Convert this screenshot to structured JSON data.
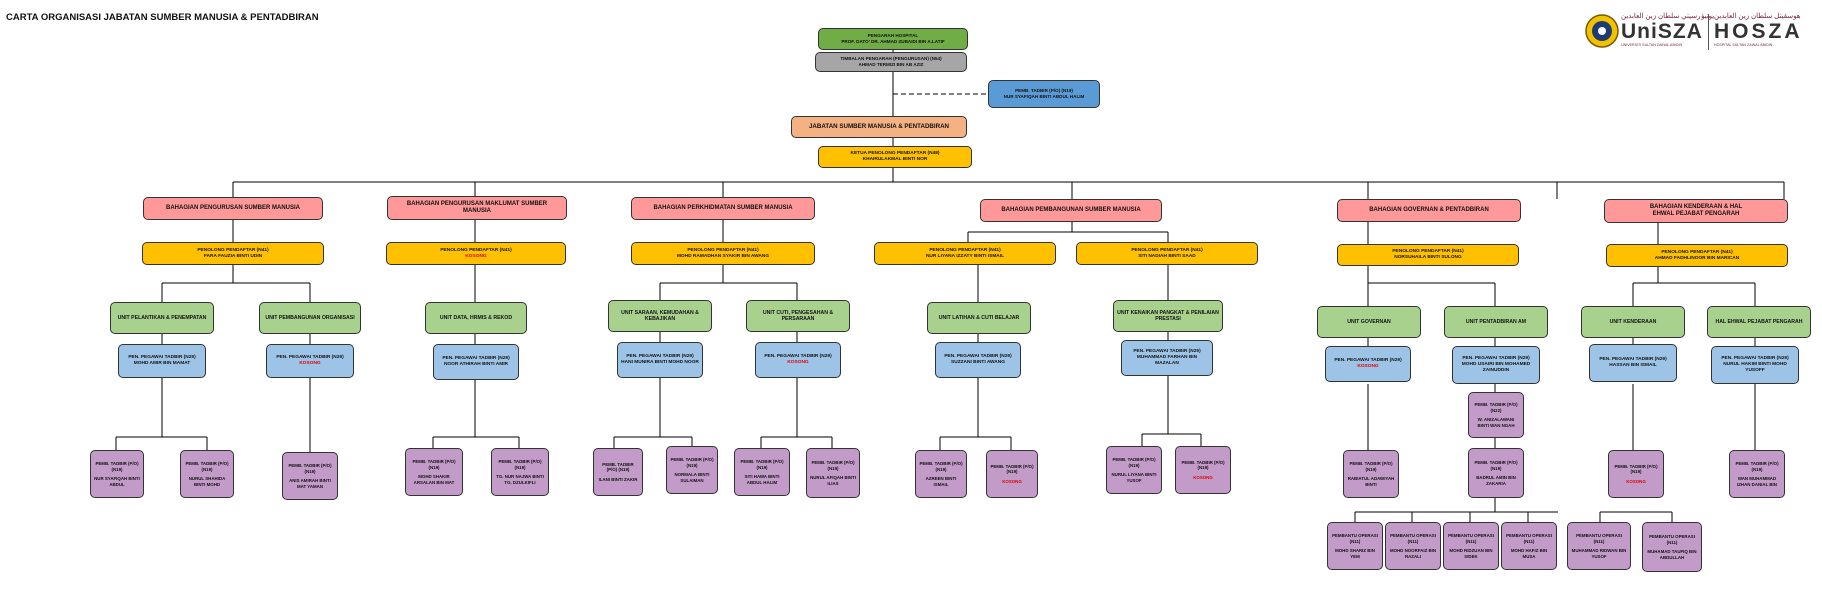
{
  "title": "CARTA ORGANISASI JABATAN SUMBER MANUSIA & PENTADBIRAN",
  "logos": {
    "unisza_arabic": "يونيۏرسيتي سلطان زين العابدين",
    "unisza": "UniSZA",
    "unisza_sub": "UNIVERSITI SULTAN ZAINAL ABIDIN",
    "hosza_arabic": "هوسڤيتل سلطان زين العابدين",
    "hosza": "HOSZA",
    "hosza_sub": "HOSPITAL SULTAN ZAINAL ABIDIN"
  },
  "top": {
    "director": {
      "role": "PENGARAH HOSPITAL",
      "name": "PROF. DATO' DR. AHMAD ZUBAIDI BIN A.LATIF"
    },
    "deputy": {
      "role": "TIMBALAN PENGARAH (PENGURUSAN) (N54)",
      "name": "AHMAD TERMIZI BIN AB AZIZ"
    },
    "side": {
      "role": "PEMB. TADBIR (P/O) (N19)",
      "name": "NUR SYAFIQAH BINTI ABDUL HALIM"
    },
    "department": "JABATAN SUMBER MANUSIA & PENTADBIRAN",
    "head": {
      "role": "KETUA PENOLONG PENDAFTAR (N48)",
      "name": "KHAIRULAKMAL BINTI NOR"
    }
  },
  "divisions": [
    {
      "name": "BAHAGIAN PENGURUSAN SUMBER MANUSIA",
      "officers": [
        {
          "role": "PENOLONG PENDAFTAR (N41)",
          "name": "FARA FAUZIA BINTI UDIN",
          "vacant": false
        }
      ]
    },
    {
      "name": "BAHAGIAN PENGURUSAN MAKLUMAT SUMBER MANUSIA",
      "officers": [
        {
          "role": "PENOLONG PENDAFTAR (N41)",
          "name": "KOSONG",
          "vacant": true
        }
      ]
    },
    {
      "name": "BAHAGIAN PERKHIDMATAN SUMBER MANUSIA",
      "officers": [
        {
          "role": "PENOLONG PENDAFTAR (N41)",
          "name": "MOHD RAMADHAN SYAKIR BIN AWANG",
          "vacant": false
        }
      ]
    },
    {
      "name": "BAHAGIAN PEMBANGUNAN SUMBER MANUSIA",
      "officers": [
        {
          "role": "PENOLONG PENDAFTAR (N41)",
          "name": "NUR LIYANA IZZATY BINTI ISMAIL",
          "vacant": false
        },
        {
          "role": "PENOLONG PENDAFTAR (N41)",
          "name": "SITI NADIAH BINTI SAAD",
          "vacant": false
        }
      ]
    },
    {
      "name": "BAHAGIAN GOVERNAN & PENTADBIRAN",
      "officers": [
        {
          "role": "PENOLONG PENDAFTAR (N41)",
          "name": "NORSUHAILA BINTI SULONG",
          "vacant": false
        }
      ]
    },
    {
      "name": "BAHAGIAN KENDERAAN & HAL EHWAL PEJABAT PENGARAH",
      "officers": [
        {
          "role": "PENOLONG PENDAFTAR (N41)",
          "name": "AHMAD FADHLINOOR BIN MARICAN",
          "vacant": false
        }
      ]
    }
  ],
  "units": [
    {
      "name": "UNIT PELANTIKAN & PENEMPATAN",
      "pt": {
        "role": "PEN. PEGAWAI TADBIR (N29)",
        "name": "MOHD AMIR BIN MAMAT",
        "vacant": false
      }
    },
    {
      "name": "UNIT PEMBANGUNAN ORGANISASI",
      "pt": {
        "role": "PEN. PEGAWAI TADBIR (N29)",
        "name": "KOSONG",
        "vacant": true
      }
    },
    {
      "name": "UNIT DATA, HRMIS & REKOD",
      "pt": {
        "role": "PEN. PEGAWAI TADBIR (N29)",
        "name": "NOOR ATHIRAH BINTI AMIR",
        "vacant": false
      }
    },
    {
      "name": "UNIT SARAAN, KEMUDAHAN & KEBAJIKAN",
      "pt": {
        "role": "PEN. PEGAWAI TADBIR (N29)",
        "name": "HANI MUNIRA BINTI MOHD NOOR",
        "vacant": false
      }
    },
    {
      "name": "UNIT CUTI, PENGESAHAN & PERSARAAN",
      "pt": {
        "role": "PEN. PEGAWAI TADBIR (N29)",
        "name": "KOSONG",
        "vacant": true
      }
    },
    {
      "name": "UNIT LATIHAN & CUTI BELAJAR",
      "pt": {
        "role": "PEN. PEGAWAI TADBIR (N29)",
        "name": "SUZZANI BINTI AWANG",
        "vacant": false
      }
    },
    {
      "name": "UNIT KENAIKAN PANGKAT & PENILAIAN PRESTASI",
      "pt": {
        "role": "PEN. PEGAWAI TADBIR (N29)",
        "name": "MUHAMMAD FARHAN BIN MAZALAN",
        "vacant": false
      }
    },
    {
      "name": "UNIT GOVERNAN",
      "pt": {
        "role": "PEN. PEGAWAI TADBIR (N29)",
        "name": "KOSONG",
        "vacant": true
      }
    },
    {
      "name": "UNIT PENTADBIRAN AM",
      "pt": {
        "role": "PEN. PEGAWAI TADBIR (N29)",
        "name": "MOHD USAIRI BIN MOHAMED ZAINUDDIN",
        "vacant": false
      }
    },
    {
      "name": "UNIT KENDERAAN",
      "pt": {
        "role": "PEN. PEGAWAI TADBIR (N29)",
        "name": "HASSAN BIN ISMAIL",
        "vacant": false
      }
    },
    {
      "name": "HAL EHWAL PEJABAT PENGARAH",
      "pt": {
        "role": "PEN. PEGAWAI TADBIR (N29)",
        "name": "NURUL HAKIM BINTI MOHD YUSOFF",
        "vacant": false
      }
    }
  ],
  "staff": [
    {
      "role": "PEMB. TADBIR (P/O) (N19)",
      "name": "NUR SYAFIQAH BINTI ABDUL",
      "vacant": false
    },
    {
      "role": "PEMB. TADBIR (P/O) (N19)",
      "name": "NURUL SHAHIDA BINTI MOHD",
      "vacant": false
    },
    {
      "role": "PEMB. TADBIR (P/O) (N19)",
      "name": "ANIS AMIRAH BINTI MAT YAMAN",
      "vacant": false
    },
    {
      "role": "PEMB. TADBIR (P/O) (N19)",
      "name": "MOHD SHAKIR ARSALAN BIN MAT",
      "vacant": false
    },
    {
      "role": "PEMB. TADBIR (P/O) (N19)",
      "name": "TG. NUR NAJWA BINTI TG. DZULKIFLI",
      "vacant": false
    },
    {
      "role": "PEMB. TADBIR (P/O) (N19)",
      "name": "ILANI BINTI ZAKIR",
      "vacant": false
    },
    {
      "role": "PEMB. TADBIR (P/O) (N19)",
      "name": "NORMALA BINTI SULAIMAN",
      "vacant": false
    },
    {
      "role": "PEMB. TADBIR (P/O) (N19)",
      "name": "SITI HAWA BINTI ABDUL HALIM",
      "vacant": false
    },
    {
      "role": "PEMB. TADBIR (P/O) (N19)",
      "name": "NURUL AFIQAH BINTI ILIAS",
      "vacant": false
    },
    {
      "role": "PEMB. TADBIR (P/O) (N19)",
      "name": "AZREEN BINTI ISMAIL",
      "vacant": false
    },
    {
      "role": "PEMB. TADBIR (P/O) (N19)",
      "name": "KOSONG",
      "vacant": true
    },
    {
      "role": "PEMB. TADBIR (P/O) (N19)",
      "name": "NURUL LIYANA BINTI YUSOF",
      "vacant": false
    },
    {
      "role": "PEMB. TADBIR (P/O) (N19)",
      "name": "KOSONG",
      "vacant": true
    },
    {
      "role": "PEMB. TADBIR (P/O) (N19)",
      "name": "RABIATUL ADAWIYAH BINTI",
      "vacant": false
    },
    {
      "role": "PEMB. TADBIR (P/O) (N22)",
      "name": "W. ANIZALAWANI BINTI WAN NGAH",
      "vacant": false
    },
    {
      "role": "PEMB. TADBIR (P/O) (N19)",
      "name": "BADRUL AMIN BIN ZAKARIA",
      "vacant": false
    },
    {
      "role": "PEMB. TADBIR (P/O) (N19)",
      "name": "KOSONG",
      "vacant": true
    },
    {
      "role": "PEMB. TADBIR (P/O) (N19)",
      "name": "WAN MUHAMMAD IZHAN DANIAL BIN",
      "vacant": false
    }
  ],
  "operators": [
    {
      "role": "PEMBANTU OPERASI (N11)",
      "name": "MOHD SHARIZ BIN YEM",
      "vacant": false
    },
    {
      "role": "PEMBANTU OPERASI (N11)",
      "name": "MOHD NOORFAIZ BIN RAZALI",
      "vacant": false
    },
    {
      "role": "PEMBANTU OPERASI (N11)",
      "name": "MOHD RIDZUAN BIN SIDEK",
      "vacant": false
    },
    {
      "role": "PEMBANTU OPERASI (N11)",
      "name": "MOHD HAFIZ BIN MUSA",
      "vacant": false
    },
    {
      "role": "PEMBANTU OPERASI (N11)",
      "name": "MUHAMMAD RIDWAN BIN YUSOF",
      "vacant": false
    },
    {
      "role": "PEMBANTU OPERASI (N11)",
      "name": "MUHAMAD TAUFIQ BIN ABDULLAH",
      "vacant": false
    }
  ]
}
